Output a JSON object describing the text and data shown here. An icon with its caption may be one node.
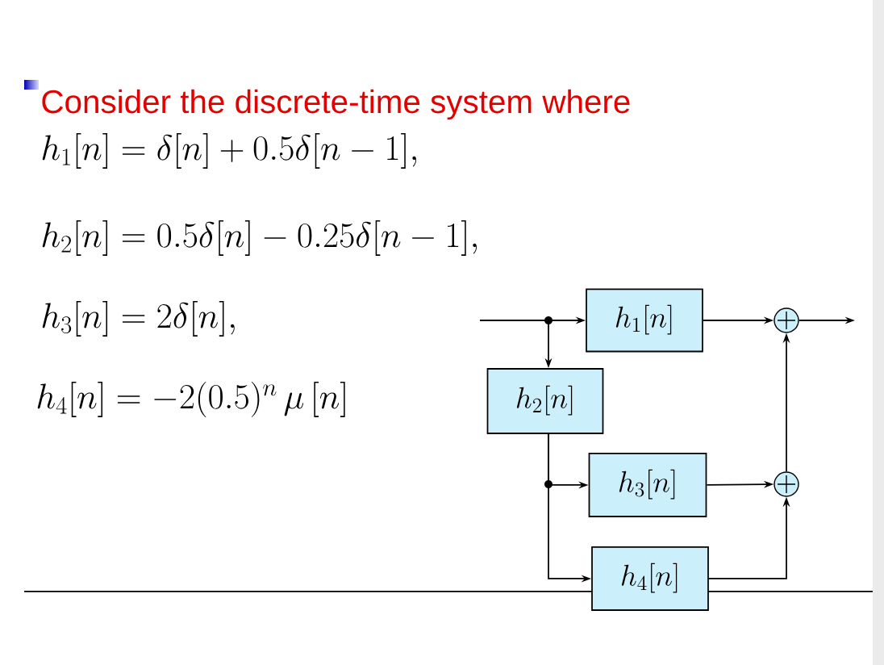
{
  "diagram": {
    "title": "Consider the discrete-time system where",
    "nodes": [
      {
        "text": [
          "h_1[n]"
        ]
      },
      {
        "text": [
          "h_2[n]"
        ]
      },
      {
        "text": [
          "h_3[n]"
        ]
      },
      {
        "text": [
          "h_4[n]"
        ]
      },
      {
        "text": [],
        "shape": "circle"
      },
      {
        "text": [],
        "shape": "circle"
      }
    ],
    "edges": [
      {
        "from": null,
        "to": 0,
        "arrow": "to"
      },
      {
        "from": null,
        "to": 1,
        "arrow": "to"
      },
      {
        "from": 0,
        "to": 4,
        "arrow": "to"
      },
      {
        "from": 4,
        "to": null,
        "arrow": "to"
      },
      {
        "from": 1,
        "to": 2,
        "arrow": "to"
      },
      {
        "from": 1,
        "to": 3,
        "arrow": "to"
      },
      {
        "from": 2,
        "to": 5,
        "arrow": "to"
      },
      {
        "from": 3,
        "to": 5,
        "arrow": "to"
      },
      {
        "from": 5,
        "to": 4,
        "arrow": "to"
      }
    ],
    "labels": [
      "h_1[n]=\\delta[n]+0.5\\delta[n-1],",
      "h_2[n]=0.5\\delta[n]-0.25\\delta[n-1],",
      "h_3[n]=2\\delta[n],",
      "h_4[n]=-2(0.5)^n\\,\\mu\\,[n]"
    ]
  }
}
